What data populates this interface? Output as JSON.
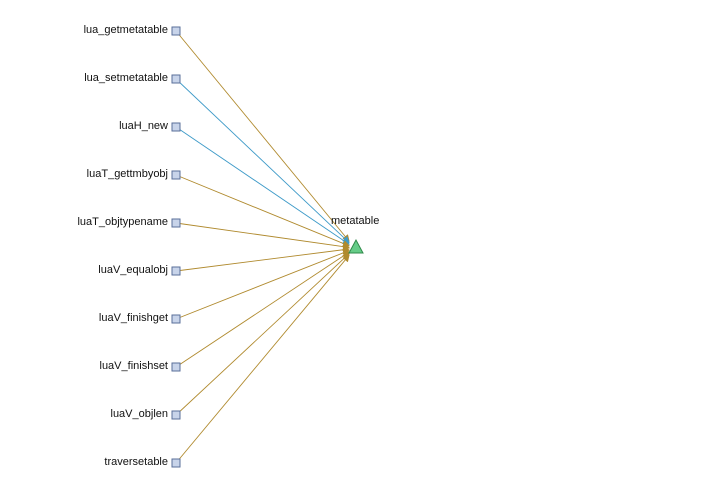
{
  "target": {
    "label": "metatable",
    "icon": "triangle-icon",
    "color": "#66cc88"
  },
  "sources": [
    {
      "label": "lua_getmetatable",
      "icon": "square-node-icon",
      "edge_color": "#b08a2e"
    },
    {
      "label": "lua_setmetatable",
      "icon": "square-node-icon",
      "edge_color": "#3d9ac8"
    },
    {
      "label": "luaH_new",
      "icon": "square-node-icon",
      "edge_color": "#3d9ac8"
    },
    {
      "label": "luaT_gettmbyobj",
      "icon": "square-node-icon",
      "edge_color": "#b08a2e"
    },
    {
      "label": "luaT_objtypename",
      "icon": "square-node-icon",
      "edge_color": "#b08a2e"
    },
    {
      "label": "luaV_equalobj",
      "icon": "square-node-icon",
      "edge_color": "#b08a2e"
    },
    {
      "label": "luaV_finishget",
      "icon": "square-node-icon",
      "edge_color": "#b08a2e"
    },
    {
      "label": "luaV_finishset",
      "icon": "square-node-icon",
      "edge_color": "#b08a2e"
    },
    {
      "label": "luaV_objlen",
      "icon": "square-node-icon",
      "edge_color": "#b08a2e"
    },
    {
      "label": "traversetable",
      "icon": "square-node-icon",
      "edge_color": "#b08a2e"
    }
  ],
  "node_fill": "#c8d4ea",
  "node_stroke": "#5a6f9a"
}
